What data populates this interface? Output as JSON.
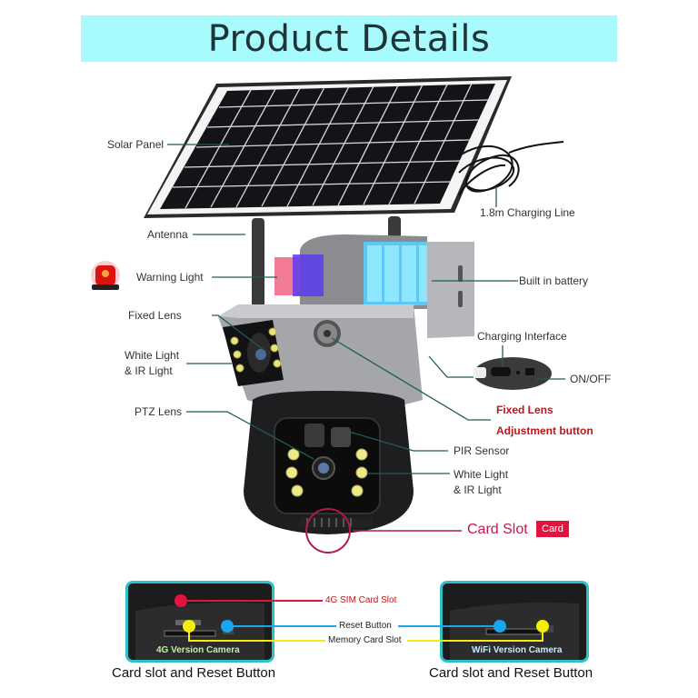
{
  "header": {
    "title": "Product Details"
  },
  "colors": {
    "title_bg": "#a8fbfd",
    "leader_line": "#1f5c58",
    "red_label": "#c0141b",
    "card_slot": "#c21a4a",
    "sim_dot": "#e0143f",
    "reset_dot": "#1ba4f0",
    "memory_dot": "#f4ee08",
    "thumb_border": "#2ec0c9"
  },
  "callouts": {
    "solar_panel": "Solar Panel",
    "antenna": "Antenna",
    "warning_light": "Warning Light",
    "fixed_lens": "Fixed Lens",
    "white_ir_left_1": "White Light",
    "white_ir_left_2": "& IR Light",
    "ptz_lens": "PTZ Lens",
    "charging_line": "1.8m Charging Line",
    "built_in_battery": "Built in battery",
    "charging_interface": "Charging Interface",
    "on_off": "ON/OFF",
    "fixed_lens_adj_1": "Fixed Lens",
    "fixed_lens_adj_2": "Adjustment button",
    "pir_sensor": "PIR Sensor",
    "white_ir_right_1": "White Light",
    "white_ir_right_2": "& IR Light",
    "card_slot": "Card Slot",
    "card_badge": "Card"
  },
  "slot_panel": {
    "left_thumb_tag": "4G Version Camera",
    "right_thumb_tag": "WiFi Version Camera",
    "sim_slot": "4G SIM Card Slot",
    "reset_button": "Reset Button",
    "memory_slot": "Memory Card Slot",
    "left_caption": "Card slot and Reset Button",
    "right_caption": "Card slot and Reset Button"
  }
}
